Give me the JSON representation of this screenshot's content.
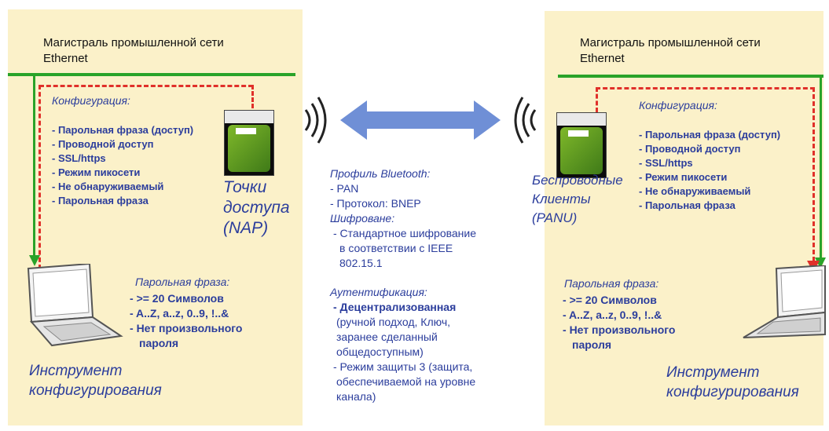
{
  "left": {
    "network_title": [
      "Магистраль промышленной сети",
      "Ethernet"
    ],
    "config_heading": "Конфигурация:",
    "config_items": [
      "Парольная фраза (доступ)",
      "Проводной доступ",
      "SSL/https",
      "Режим пикосети",
      "Не обнаруживаемый",
      "Парольная фраза"
    ],
    "device_label": [
      "Точки",
      "доступа",
      "(NAP)"
    ],
    "passphrase_heading": "Парольная фраза:",
    "passphrase_items": [
      ">= 20 Символов",
      "A..Z, a..z, 0..9, !..&",
      "Нет произвольного пароля"
    ],
    "tool_label": [
      "Инструмент",
      "конфигурирования"
    ]
  },
  "right": {
    "network_title": [
      "Магистраль промышленной сети",
      "Ethernet"
    ],
    "config_heading": "Конфигурация:",
    "config_items": [
      "Парольная фраза (доступ)",
      "Проводной доступ",
      "SSL/https",
      "Режим пикосети",
      "Не обнаруживаемый",
      "Парольная фраза"
    ],
    "device_label": [
      "Беспроводные",
      "Клиенты",
      "(PANU)"
    ],
    "passphrase_heading": "Парольная фраза:",
    "passphrase_items": [
      ">= 20 Символов",
      "A..Z, a..z, 0..9, !..&",
      "Нет произвольного пароля"
    ],
    "tool_label": [
      "Инструмент",
      "конфигурирования"
    ]
  },
  "center": {
    "profile_heading": "Профиль Bluetooth:",
    "profile_items": [
      "- PAN",
      "- Протокол: BNEP"
    ],
    "encryption_heading": "Шифроване:",
    "encryption_items": [
      "- Стандартное шифрование",
      "в соответствии с IEEE",
      "802.15.1"
    ],
    "auth_heading": "Аутентификация:",
    "auth_bold": "- Децентрализованная",
    "auth_items": [
      "(ручной подход, Ключ,",
      "заранее сделанный",
      "общедоступным)",
      "- Режим защиты 3 (защита,",
      "обеспечиваемой на уровне",
      "канала)"
    ]
  },
  "colors": {
    "panel": "#fbf1c9",
    "bus": "#29a329",
    "dashed": "#e0302a",
    "text": "#2b3d9c",
    "arrow": "#6f8fd6"
  }
}
